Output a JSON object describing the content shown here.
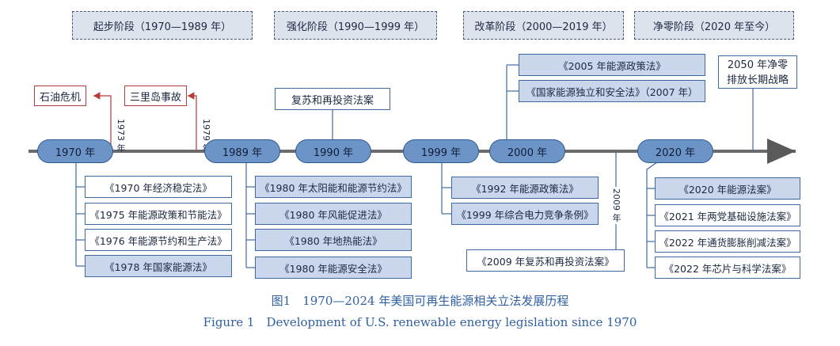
{
  "stages": [
    "起步阶段（1970—1989 年）",
    "强化阶段（1990—1999 年）",
    "改革阶段（2000—2019 年）",
    "净零阶段（2020 年至今）"
  ],
  "nodes": [
    "1970 年",
    "1989 年",
    "1990 年",
    "1999 年",
    "2000 年",
    "2020 年"
  ],
  "events": {
    "oil_crisis": "石油危机",
    "three_mile_island": "三里岛事故",
    "recovery_act": "复苏和再投资法案",
    "net_zero_strategy": "2050 年净零排放长期战略"
  },
  "year_marks": {
    "y1973": "1973 年",
    "y1979": "1979 年",
    "y2009": "2009 年"
  },
  "laws_1970s": [
    "《1970 年经济稳定法》",
    "《1975 年能源政策和节能法》",
    "《1976 年能源节约和生产法》",
    "《1978 年国家能源法》"
  ],
  "laws_1980": [
    "《1980 年太阳能和能源节约法》",
    "《1980 年风能促进法》",
    "《1980 年地热能法》",
    "《1980 年能源安全法》"
  ],
  "laws_1990s": [
    "《1992 年能源政策法》",
    "《1999 年综合电力竞争条例》"
  ],
  "laws_2000s": [
    "《2005 年能源政策法》",
    "《国家能源独立和安全法》（2007 年）"
  ],
  "law_2009": "《2009 年复苏和再投资法案》",
  "laws_2020s": [
    "《2020 年能源法案》",
    "《2021 年两党基础设施法案》",
    "《2022 年通货膨胀削减法案》",
    "《2022 年芯片与科学法案》"
  ],
  "caption": {
    "cn": "图1　1970—2024 年美国可再生能源相关立法发展历程",
    "en": "Figure 1　Development of U.S. renewable energy legislation since 1970"
  },
  "colors": {
    "node": "#6d94c6",
    "law_blue": "#c9d6ec",
    "stage": "#dde3ec",
    "red": "#b53a3a",
    "caption": "#2f5fa3"
  }
}
